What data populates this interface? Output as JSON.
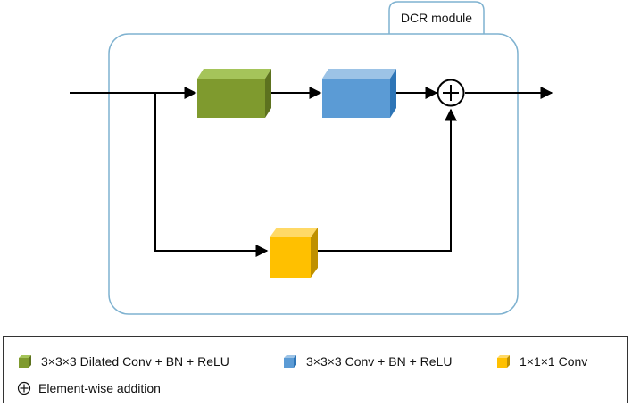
{
  "module": {
    "title": "DCR module"
  },
  "colors": {
    "dilated_conv": "#7f9a2e",
    "conv3": "#5b9bd5",
    "conv1": "#ffc000",
    "frame": "#7fb2d0",
    "arrow": "#000000"
  },
  "blocks": [
    {
      "kind": "3x3x3 dilated conv",
      "color": "green"
    },
    {
      "kind": "3x3x3 conv",
      "color": "blue"
    },
    {
      "kind": "1x1x1 conv",
      "color": "yellow"
    }
  ],
  "operator": {
    "symbol": "⊕",
    "icon": "plus-circle-icon"
  },
  "legend": {
    "items": [
      {
        "label": "3×3×3 Dilated Conv + BN + ReLU",
        "icon": "green-cube-icon"
      },
      {
        "label": "3×3×3 Conv + BN + ReLU",
        "icon": "blue-cube-icon"
      },
      {
        "label": "1×1×1 Conv",
        "icon": "yellow-cube-icon"
      },
      {
        "label": "Element-wise addition",
        "icon": "plus-circle-icon"
      }
    ]
  }
}
